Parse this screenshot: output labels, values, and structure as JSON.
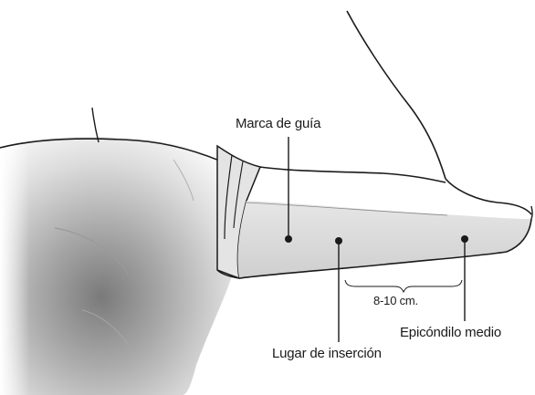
{
  "diagram": {
    "labels": {
      "guide_mark": "Marca de guía",
      "distance": "8-10 cm.",
      "epicondyle": "Epicóndilo medio",
      "insertion_site": "Lugar de inserción"
    },
    "colors": {
      "line": "#1a1a1a",
      "skin": "#ffffff",
      "shaded_region": "#d9d9d9",
      "sleeve_shadow": "#6e6e6e",
      "marker": "#1a1a1a"
    }
  }
}
